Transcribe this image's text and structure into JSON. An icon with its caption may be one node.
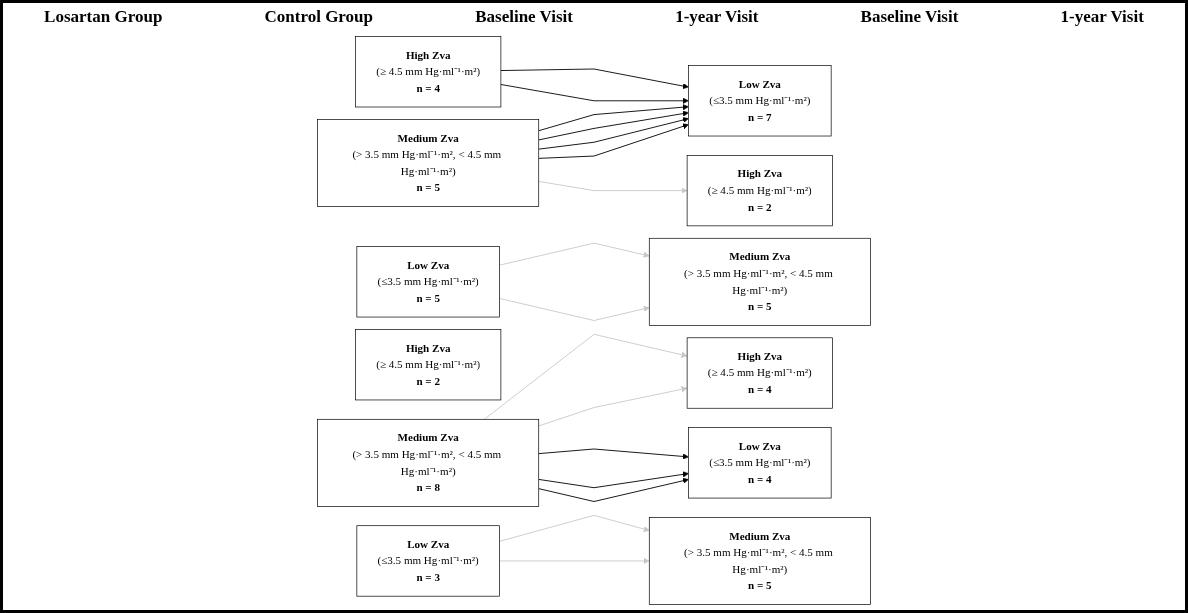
{
  "diagram": {
    "nodes": [
      {
        "text": [
          "High Zva",
          "(≥ 4.5 mm Hg·ml⁻¹·m²)",
          "n = 4"
        ]
      },
      {
        "text": [
          "Medium Zva",
          "(> 3.5 mm Hg·ml⁻¹·m², < 4.5 mm Hg·ml⁻¹·m²)",
          "n = 5"
        ]
      },
      {
        "text": [
          "Low Zva",
          "(≤3.5 mm Hg·ml⁻¹·m²)",
          "n = 5"
        ]
      },
      {
        "text": [
          "High Zva",
          "(≥ 4.5 mm Hg·ml⁻¹·m²)",
          "n = 2"
        ]
      },
      {
        "text": [
          "Medium Zva",
          "(> 3.5 mm Hg·ml⁻¹·m², < 4.5 mm Hg·ml⁻¹·m²)",
          "n = 5"
        ]
      },
      {
        "text": [
          "Low Zva",
          "(≤3.5 mm Hg·ml⁻¹·m²)",
          "n = 7"
        ]
      },
      {
        "text": [
          "High Zva",
          "(≥ 4.5 mm Hg·ml⁻¹·m²)",
          "n = 2"
        ]
      },
      {
        "text": [
          "Medium Zva",
          "(> 3.5 mm Hg·ml⁻¹·m², < 4.5 mm Hg·ml⁻¹·m²)",
          "n = 8"
        ]
      },
      {
        "text": [
          "Low Zva",
          "(≤3.5 mm Hg·ml⁻¹·m²)",
          "n = 3"
        ]
      },
      {
        "text": [
          "High Zva",
          "(≥ 4.5 mm Hg·ml⁻¹·m²)",
          "n = 4"
        ]
      },
      {
        "text": [
          "Medium Zva",
          "(> 3.5 mm Hg·ml⁻¹·m², < 4.5 mm Hg·ml⁻¹·m²)",
          "n = 5"
        ]
      },
      {
        "text": [
          "Low Zva",
          "(≤3.5 mm Hg·ml⁻¹·m²)",
          "n = 4"
        ]
      }
    ],
    "edges": [
      {
        "from": 0,
        "to": 5,
        "arrow": "to"
      },
      {
        "from": 0,
        "to": 5,
        "arrow": "to"
      },
      {
        "from": 1,
        "to": 3,
        "arrow": "to",
        "color": "#c8c8c8"
      },
      {
        "from": 1,
        "to": 5,
        "arrow": "to"
      },
      {
        "from": 1,
        "to": 5,
        "arrow": "to"
      },
      {
        "from": 1,
        "to": 5,
        "arrow": "to"
      },
      {
        "from": 1,
        "to": 5,
        "arrow": "to"
      },
      {
        "from": 2,
        "to": 4,
        "arrow": "to",
        "color": "#c8c8c8"
      },
      {
        "from": 2,
        "to": 4,
        "arrow": "to",
        "color": "#c8c8c8"
      },
      {
        "from": 7,
        "to": 9,
        "arrow": "to",
        "color": "#c8c8c8"
      },
      {
        "from": 7,
        "to": 9,
        "arrow": "to",
        "color": "#c8c8c8"
      },
      {
        "from": 7,
        "to": 11,
        "arrow": "to"
      },
      {
        "from": 7,
        "to": 11,
        "arrow": "to"
      },
      {
        "from": 7,
        "to": 11,
        "arrow": "to"
      },
      {
        "from": 8,
        "to": 10,
        "arrow": "to",
        "color": "#c8c8c8"
      },
      {
        "from": 8,
        "to": 10,
        "arrow": "to",
        "color": "#c8c8c8"
      }
    ],
    "labels": [
      "Losartan Group",
      "Control Group",
      "Baseline Visit",
      "1-year Visit",
      "Baseline Visit",
      "1-year Visit"
    ]
  }
}
